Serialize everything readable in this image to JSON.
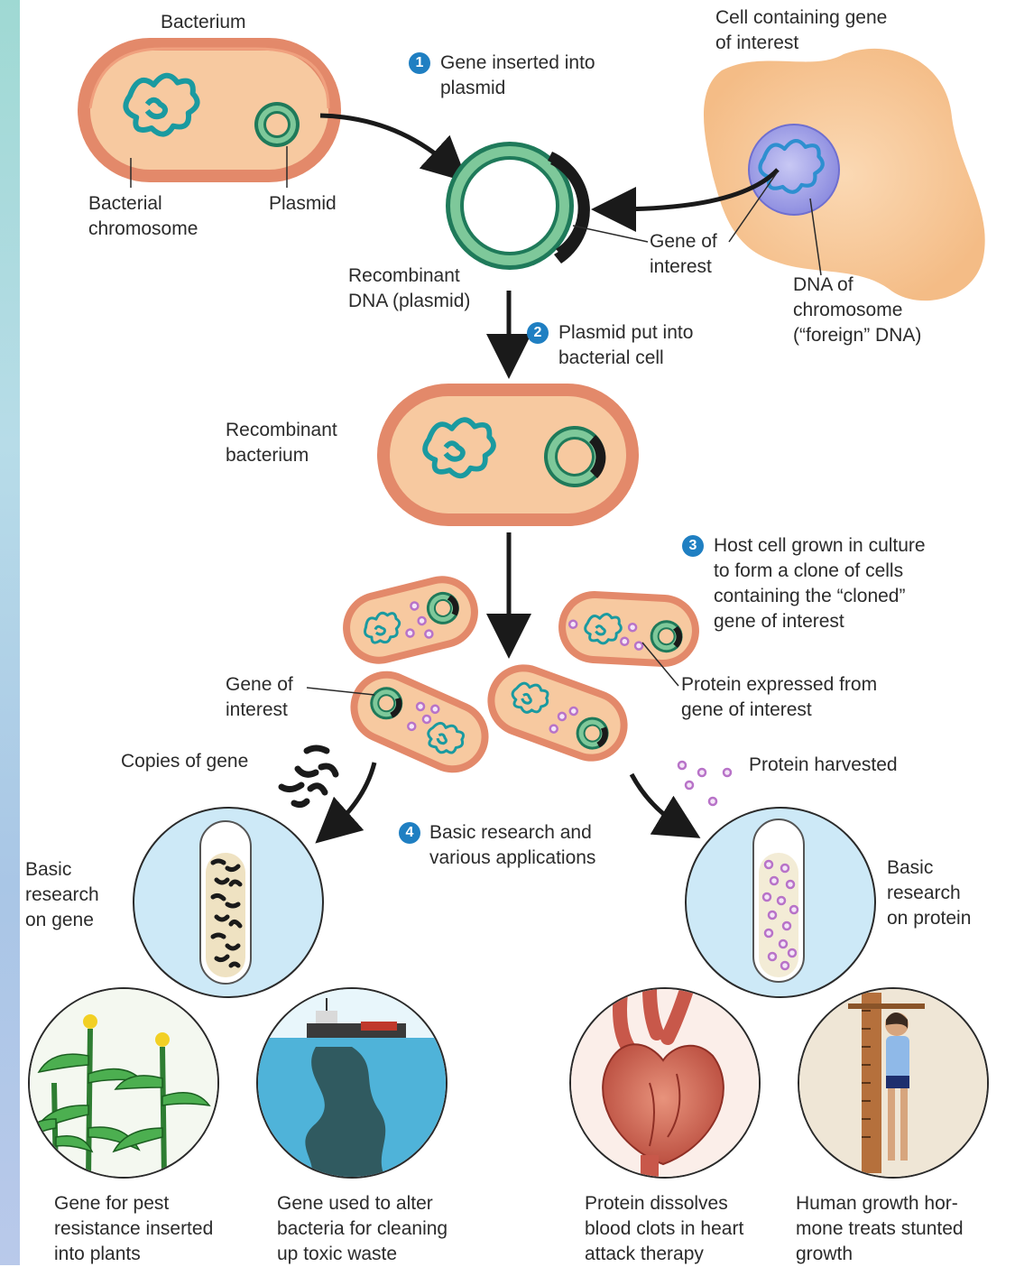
{
  "labels": {
    "bacterium": "Bacterium",
    "cell_with_gene": "Cell containing gene\nof interest",
    "bacterial_chromosome": "Bacterial\nchromosome",
    "plasmid": "Plasmid",
    "recombinant_dna": "Recombinant\nDNA (plasmid)",
    "gene_of_interest_top": "Gene of\ninterest",
    "dna_of_chromosome": "DNA of\nchromosome\n(“foreign” DNA)",
    "recombinant_bacterium": "Recombinant\nbacterium",
    "gene_of_interest_mid": "Gene of\ninterest",
    "protein_expressed": "Protein expressed from\ngene of interest",
    "copies_of_gene": "Copies of gene",
    "protein_harvested": "Protein harvested",
    "basic_research_gene": "Basic\nresearch\non gene",
    "basic_research_protein": "Basic\nresearch\non protein"
  },
  "steps": [
    {
      "num": "1",
      "text": "Gene inserted into\nplasmid"
    },
    {
      "num": "2",
      "text": "Plasmid put into\nbacterial cell"
    },
    {
      "num": "3",
      "text": "Host cell grown in culture\nto form a clone of cells\ncontaining the “cloned”\ngene of interest"
    },
    {
      "num": "4",
      "text": "Basic research and\nvarious applications"
    }
  ],
  "applications": [
    {
      "caption": "Gene for pest\nresistance inserted\ninto plants",
      "icon": "corn-plants-icon"
    },
    {
      "caption": "Gene used to alter\nbacteria for cleaning\nup toxic waste",
      "icon": "oil-spill-ship-icon"
    },
    {
      "caption": "Protein dissolves\nblood clots in heart\nattack therapy",
      "icon": "heart-icon"
    },
    {
      "caption": "Human growth hor-\nmone treats stunted\ngrowth",
      "icon": "child-height-icon"
    }
  ],
  "colors": {
    "cell_wall": "#e3896a",
    "cytoplasm": "#f7c9a0",
    "dna": "#1a9aa0",
    "plasmid": "#7ec89a",
    "gene": "#1a1a1a",
    "protein": "#b873c8",
    "foreign_cell": "#f8c98f",
    "nucleus": "#a8a8e8",
    "step_badge": "#1f7fc2",
    "research_circle": "#cde9f7"
  }
}
